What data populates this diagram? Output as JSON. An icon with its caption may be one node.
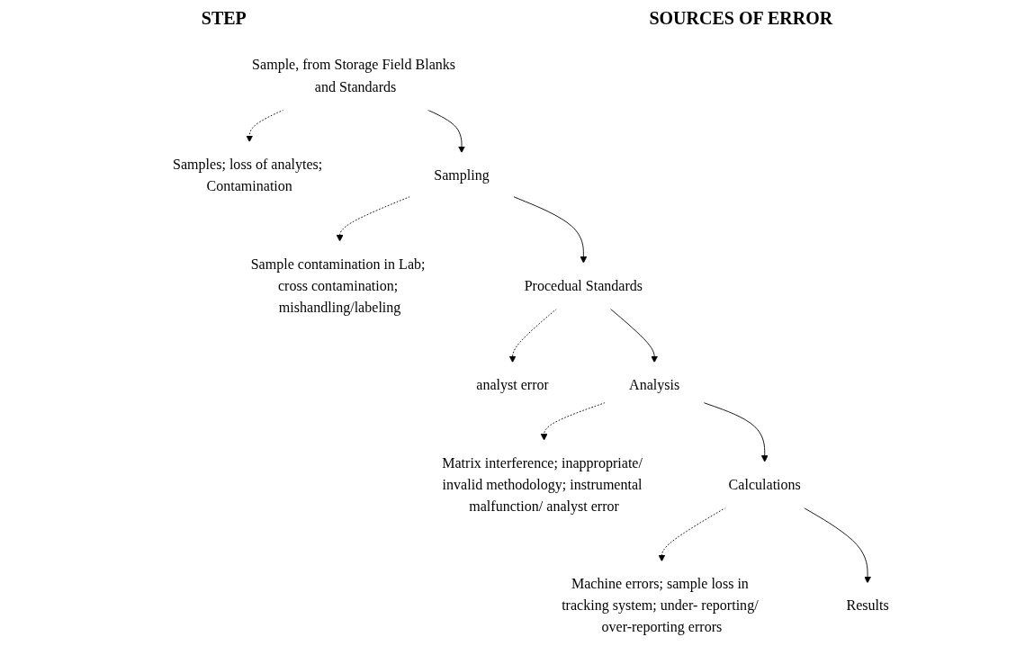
{
  "diagram": {
    "nodes": [
      {
        "text": [
          "Sample, from Storage Field Blanks and Standards"
        ]
      },
      {
        "text": [
          "Samples; loss of analytes; Contamination"
        ]
      },
      {
        "text": [
          "Sampling"
        ]
      },
      {
        "text": [
          "Sample contamination in Lab; cross contamination; mishandling/labeling"
        ]
      },
      {
        "text": [
          "Procedual Standards"
        ]
      },
      {
        "text": [
          "analyst error"
        ]
      },
      {
        "text": [
          "Analysis"
        ]
      },
      {
        "text": [
          "Matrix interference; inappropriate/ invalid methodology; instrumental malfunction/ analyst error"
        ]
      },
      {
        "text": [
          "Calculations"
        ]
      },
      {
        "text": [
          "Machine errors; sample loss in tracking system; under- reporting/ over-reporting errors"
        ]
      },
      {
        "text": [
          "Results"
        ]
      }
    ],
    "edges": [
      {
        "from": 0,
        "to": 1,
        "arrow": "to",
        "style": "dashed"
      },
      {
        "from": 0,
        "to": 2,
        "arrow": "to"
      },
      {
        "from": 2,
        "to": 3,
        "arrow": "to",
        "style": "dashed"
      },
      {
        "from": 2,
        "to": 4,
        "arrow": "to"
      },
      {
        "from": 4,
        "to": 5,
        "arrow": "to",
        "style": "dashed"
      },
      {
        "from": 4,
        "to": 6,
        "arrow": "to"
      },
      {
        "from": 6,
        "to": 7,
        "arrow": "to",
        "style": "dashed"
      },
      {
        "from": 6,
        "to": 8,
        "arrow": "to"
      },
      {
        "from": 8,
        "to": 9,
        "arrow": "to",
        "style": "dashed"
      },
      {
        "from": 8,
        "to": 10,
        "arrow": "to"
      }
    ],
    "labels": [
      "STEP",
      "SOURCES OF ERROR"
    ]
  }
}
